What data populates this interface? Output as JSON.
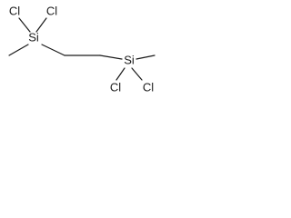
{
  "molecule": {
    "atoms": {
      "cl_top_left": "Cl",
      "cl_top_right": "Cl",
      "si_left": "Si",
      "si_right": "Si",
      "cl_bottom_left": "Cl",
      "cl_bottom_right": "Cl"
    }
  }
}
